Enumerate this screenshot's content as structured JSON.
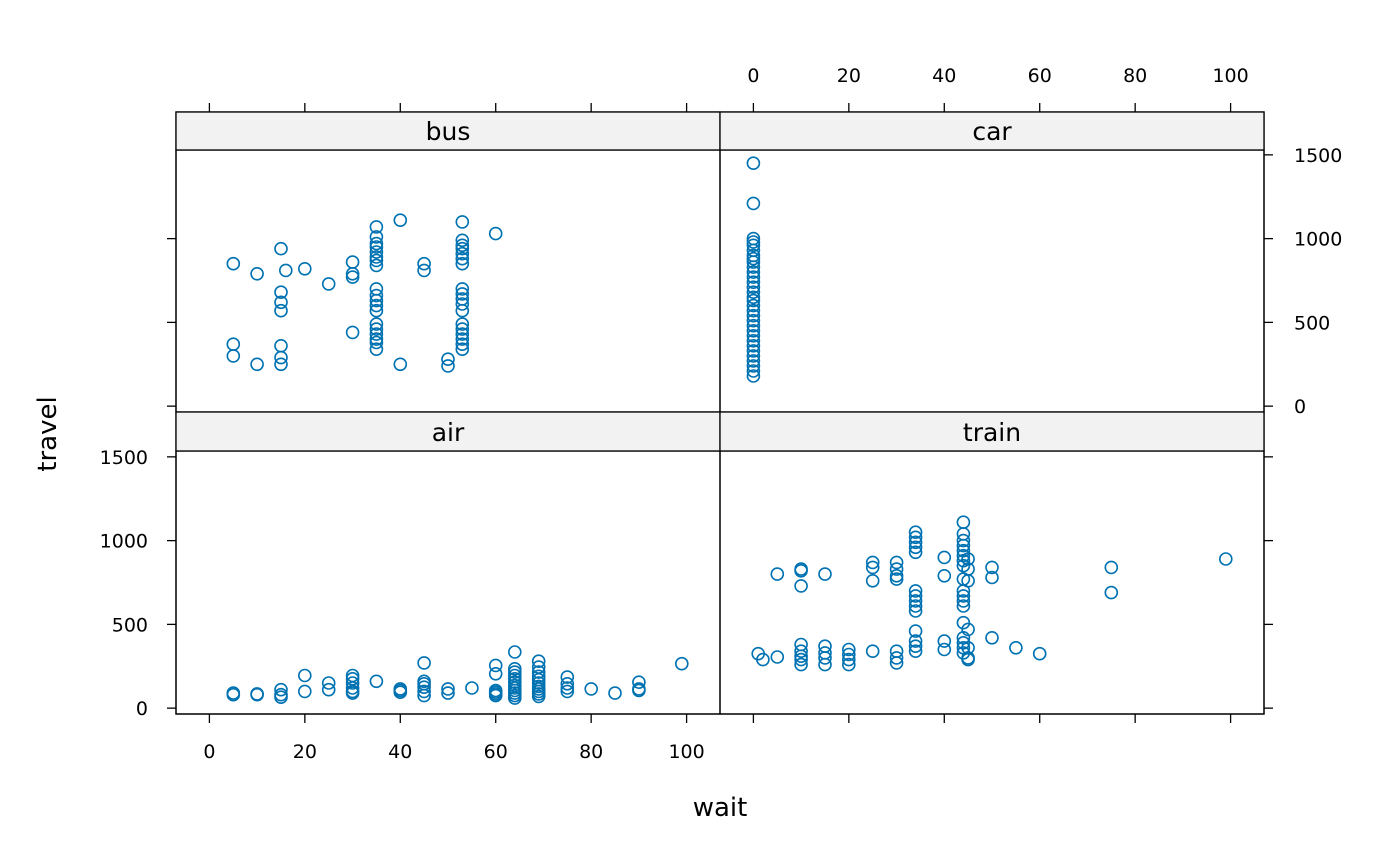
{
  "chart_data": {
    "type": "scatter",
    "xlabel": "wait",
    "ylabel": "travel",
    "xlim": [
      -7,
      107
    ],
    "ylim": [
      -35,
      1535
    ],
    "x_ticks": [
      0,
      20,
      40,
      60,
      80,
      100
    ],
    "y_ticks": [
      0,
      500,
      1000,
      1500
    ],
    "marker": "open-circle",
    "point_color": "#0072b2",
    "strip_color": "#f2f2f2",
    "panels": [
      {
        "name": "bus",
        "points": [
          [
            5,
            850
          ],
          [
            5,
            370
          ],
          [
            5,
            300
          ],
          [
            10,
            790
          ],
          [
            10,
            250
          ],
          [
            15,
            940
          ],
          [
            15,
            680
          ],
          [
            15,
            620
          ],
          [
            15,
            570
          ],
          [
            15,
            360
          ],
          [
            15,
            290
          ],
          [
            15,
            250
          ],
          [
            16,
            810
          ],
          [
            20,
            820
          ],
          [
            25,
            730
          ],
          [
            30,
            860
          ],
          [
            30,
            790
          ],
          [
            30,
            770
          ],
          [
            30,
            440
          ],
          [
            35,
            1070
          ],
          [
            35,
            1010
          ],
          [
            35,
            970
          ],
          [
            35,
            950
          ],
          [
            35,
            920
          ],
          [
            35,
            890
          ],
          [
            35,
            870
          ],
          [
            35,
            840
          ],
          [
            35,
            700
          ],
          [
            35,
            660
          ],
          [
            35,
            630
          ],
          [
            35,
            600
          ],
          [
            35,
            570
          ],
          [
            35,
            490
          ],
          [
            35,
            460
          ],
          [
            35,
            430
          ],
          [
            35,
            400
          ],
          [
            35,
            380
          ],
          [
            35,
            340
          ],
          [
            40,
            1110
          ],
          [
            40,
            250
          ],
          [
            45,
            850
          ],
          [
            45,
            810
          ],
          [
            50,
            280
          ],
          [
            50,
            240
          ],
          [
            53,
            1100
          ],
          [
            53,
            990
          ],
          [
            53,
            960
          ],
          [
            53,
            940
          ],
          [
            53,
            910
          ],
          [
            53,
            880
          ],
          [
            53,
            850
          ],
          [
            53,
            700
          ],
          [
            53,
            670
          ],
          [
            53,
            640
          ],
          [
            53,
            610
          ],
          [
            53,
            570
          ],
          [
            53,
            490
          ],
          [
            53,
            460
          ],
          [
            53,
            430
          ],
          [
            53,
            400
          ],
          [
            53,
            370
          ],
          [
            53,
            340
          ],
          [
            60,
            1030
          ]
        ]
      },
      {
        "name": "car",
        "points": [
          [
            0,
            1450
          ],
          [
            0,
            1210
          ],
          [
            0,
            1000
          ],
          [
            0,
            980
          ],
          [
            0,
            960
          ],
          [
            0,
            930
          ],
          [
            0,
            900
          ],
          [
            0,
            880
          ],
          [
            0,
            860
          ],
          [
            0,
            830
          ],
          [
            0,
            800
          ],
          [
            0,
            770
          ],
          [
            0,
            740
          ],
          [
            0,
            710
          ],
          [
            0,
            680
          ],
          [
            0,
            650
          ],
          [
            0,
            630
          ],
          [
            0,
            600
          ],
          [
            0,
            570
          ],
          [
            0,
            540
          ],
          [
            0,
            510
          ],
          [
            0,
            480
          ],
          [
            0,
            450
          ],
          [
            0,
            420
          ],
          [
            0,
            390
          ],
          [
            0,
            360
          ],
          [
            0,
            330
          ],
          [
            0,
            300
          ],
          [
            0,
            270
          ],
          [
            0,
            240
          ],
          [
            0,
            210
          ],
          [
            0,
            180
          ]
        ]
      },
      {
        "name": "air",
        "points": [
          [
            5,
            90
          ],
          [
            5,
            80
          ],
          [
            10,
            85
          ],
          [
            10,
            80
          ],
          [
            15,
            110
          ],
          [
            15,
            80
          ],
          [
            15,
            65
          ],
          [
            20,
            195
          ],
          [
            20,
            100
          ],
          [
            25,
            150
          ],
          [
            25,
            110
          ],
          [
            30,
            195
          ],
          [
            30,
            175
          ],
          [
            30,
            150
          ],
          [
            30,
            120
          ],
          [
            30,
            100
          ],
          [
            30,
            90
          ],
          [
            35,
            160
          ],
          [
            40,
            115
          ],
          [
            40,
            105
          ],
          [
            40,
            95
          ],
          [
            45,
            270
          ],
          [
            45,
            160
          ],
          [
            45,
            145
          ],
          [
            45,
            125
          ],
          [
            45,
            100
          ],
          [
            45,
            75
          ],
          [
            50,
            115
          ],
          [
            50,
            90
          ],
          [
            55,
            120
          ],
          [
            60,
            255
          ],
          [
            60,
            205
          ],
          [
            60,
            105
          ],
          [
            60,
            95
          ],
          [
            60,
            85
          ],
          [
            60,
            75
          ],
          [
            64,
            335
          ],
          [
            64,
            235
          ],
          [
            64,
            215
          ],
          [
            64,
            195
          ],
          [
            64,
            175
          ],
          [
            64,
            155
          ],
          [
            64,
            135
          ],
          [
            64,
            120
          ],
          [
            64,
            105
          ],
          [
            64,
            90
          ],
          [
            64,
            75
          ],
          [
            64,
            60
          ],
          [
            69,
            280
          ],
          [
            69,
            245
          ],
          [
            69,
            215
          ],
          [
            69,
            190
          ],
          [
            69,
            170
          ],
          [
            69,
            150
          ],
          [
            69,
            130
          ],
          [
            69,
            115
          ],
          [
            69,
            100
          ],
          [
            69,
            85
          ],
          [
            69,
            70
          ],
          [
            75,
            185
          ],
          [
            75,
            145
          ],
          [
            75,
            120
          ],
          [
            75,
            100
          ],
          [
            80,
            115
          ],
          [
            85,
            90
          ],
          [
            90,
            155
          ],
          [
            90,
            115
          ],
          [
            90,
            105
          ],
          [
            99,
            265
          ]
        ]
      },
      {
        "name": "train",
        "points": [
          [
            1,
            325
          ],
          [
            2,
            290
          ],
          [
            5,
            800
          ],
          [
            5,
            305
          ],
          [
            10,
            830
          ],
          [
            10,
            820
          ],
          [
            10,
            730
          ],
          [
            10,
            380
          ],
          [
            10,
            340
          ],
          [
            10,
            310
          ],
          [
            10,
            290
          ],
          [
            10,
            260
          ],
          [
            15,
            800
          ],
          [
            15,
            370
          ],
          [
            15,
            330
          ],
          [
            15,
            300
          ],
          [
            15,
            260
          ],
          [
            20,
            350
          ],
          [
            20,
            320
          ],
          [
            20,
            290
          ],
          [
            20,
            260
          ],
          [
            25,
            870
          ],
          [
            25,
            840
          ],
          [
            25,
            760
          ],
          [
            25,
            340
          ],
          [
            30,
            870
          ],
          [
            30,
            830
          ],
          [
            30,
            790
          ],
          [
            30,
            770
          ],
          [
            30,
            340
          ],
          [
            30,
            300
          ],
          [
            30,
            270
          ],
          [
            34,
            1050
          ],
          [
            34,
            1020
          ],
          [
            34,
            990
          ],
          [
            34,
            960
          ],
          [
            34,
            930
          ],
          [
            34,
            700
          ],
          [
            34,
            670
          ],
          [
            34,
            640
          ],
          [
            34,
            610
          ],
          [
            34,
            580
          ],
          [
            34,
            460
          ],
          [
            34,
            400
          ],
          [
            34,
            370
          ],
          [
            34,
            340
          ],
          [
            40,
            900
          ],
          [
            40,
            790
          ],
          [
            40,
            400
          ],
          [
            40,
            350
          ],
          [
            44,
            1110
          ],
          [
            44,
            1040
          ],
          [
            44,
            1000
          ],
          [
            44,
            970
          ],
          [
            44,
            940
          ],
          [
            44,
            910
          ],
          [
            44,
            880
          ],
          [
            44,
            850
          ],
          [
            44,
            770
          ],
          [
            44,
            700
          ],
          [
            44,
            670
          ],
          [
            44,
            640
          ],
          [
            44,
            610
          ],
          [
            44,
            510
          ],
          [
            44,
            420
          ],
          [
            44,
            390
          ],
          [
            44,
            360
          ],
          [
            44,
            330
          ],
          [
            45,
            890
          ],
          [
            45,
            830
          ],
          [
            45,
            760
          ],
          [
            45,
            470
          ],
          [
            45,
            360
          ],
          [
            45,
            300
          ],
          [
            45,
            290
          ],
          [
            50,
            840
          ],
          [
            50,
            780
          ],
          [
            50,
            420
          ],
          [
            55,
            360
          ],
          [
            60,
            325
          ],
          [
            75,
            840
          ],
          [
            75,
            690
          ],
          [
            99,
            890
          ]
        ]
      }
    ]
  }
}
